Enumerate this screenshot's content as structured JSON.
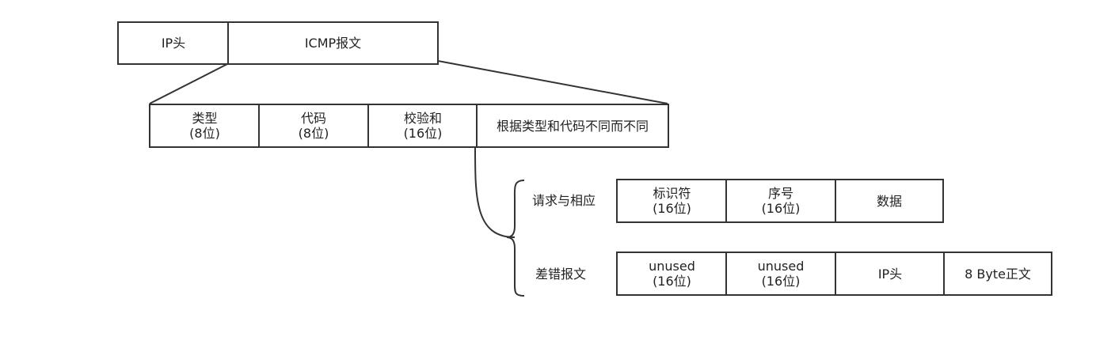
{
  "packet": {
    "ip_header": "IP头",
    "icmp_message": "ICMP报文"
  },
  "icmp_header": {
    "type": {
      "name": "类型",
      "size": "(8位)"
    },
    "code": {
      "name": "代码",
      "size": "(8位)"
    },
    "checksum": {
      "name": "校验和",
      "size": "(16位)"
    },
    "rest": "根据类型和代码不同而不同"
  },
  "request_reply": {
    "label": "请求与相应",
    "identifier": {
      "name": "标识符",
      "size": "(16位)"
    },
    "sequence": {
      "name": "序号",
      "size": "(16位)"
    },
    "data": "数据"
  },
  "error": {
    "label": "差错报文",
    "unused1": {
      "name": "unused",
      "size": "(16位)"
    },
    "unused2": {
      "name": "unused",
      "size": "(16位)"
    },
    "ip_header": "IP头",
    "payload": "8 Byte正文"
  }
}
